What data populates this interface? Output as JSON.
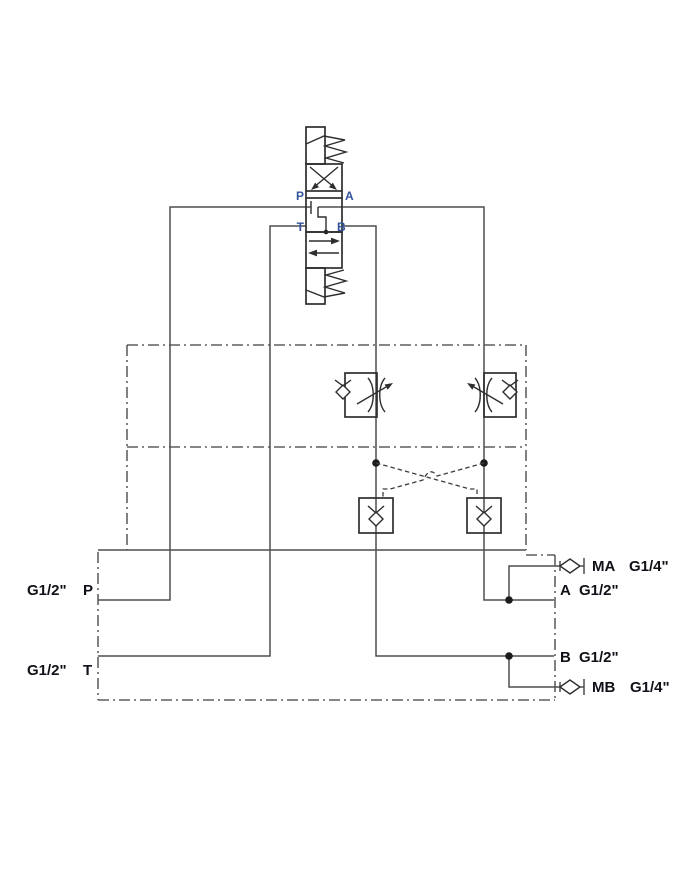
{
  "colors": {
    "background": "#ffffff",
    "line": "#4f4f4f",
    "valve": "#2e2e2e",
    "dash": "#3d3d3d",
    "dot": "#1c1c1c",
    "label": "#101018",
    "port_letter": "#33539e"
  },
  "valve": {
    "ports": {
      "p": "P",
      "a": "A",
      "t": "T",
      "b": "B"
    }
  },
  "block_labels": {
    "p_size": "G1/2\"",
    "p_name": "P",
    "t_size": "G1/2\"",
    "t_name": "T",
    "ma_name": "MA",
    "ma_size": "G1/4\"",
    "a_name": "A",
    "a_size": "G1/2\"",
    "b_name": "B",
    "b_size": "G1/2\"",
    "mb_name": "MB",
    "mb_size": "G1/4\""
  }
}
